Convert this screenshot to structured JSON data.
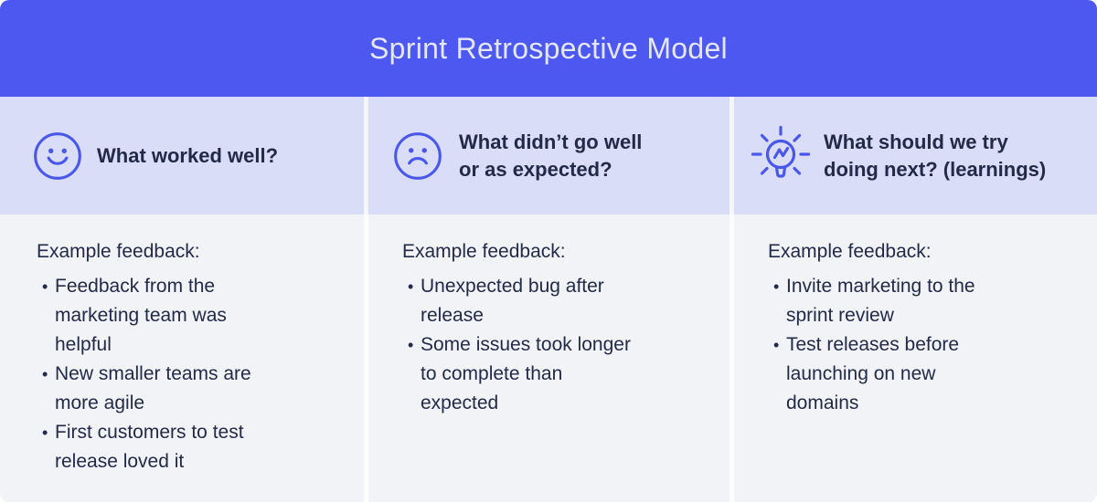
{
  "title": "Sprint Retrospective Model",
  "ui": {
    "bullet": "•"
  },
  "columns": [
    {
      "icon": "smiley-face",
      "question": "What worked well?",
      "feedback_label": "Example feedback:",
      "bullets": [
        "Feedback from the\nmarketing team was\nhelpful",
        "New smaller teams are\nmore agile",
        "First customers to test\nrelease loved it"
      ]
    },
    {
      "icon": "sad-face",
      "question": "What didn’t go well\nor as expected?",
      "feedback_label": "Example feedback:",
      "bullets": [
        "Unexpected bug after\nrelease",
        "Some issues took longer\nto complete than\nexpected"
      ]
    },
    {
      "icon": "lightbulb",
      "question": "What should we try\ndoing next? (learnings)",
      "feedback_label": "Example feedback:",
      "bullets": [
        "Invite marketing to the\nsprint review",
        "Test releases before\nlaunching on new\ndomains"
      ]
    }
  ],
  "colors": {
    "banner": "#4C58F0",
    "header_row": "#D9DDF7",
    "body": "#F2F3F6",
    "accent_icon": "#4B57E9",
    "text": "#232A47",
    "title_text": "#E4E6F9"
  }
}
